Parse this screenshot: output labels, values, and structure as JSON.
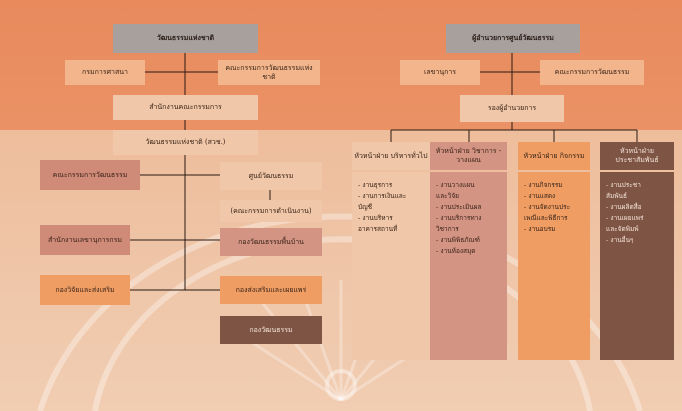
{
  "colors": {
    "top_band": "#e88a5c",
    "bottom_band": "#efc7aa",
    "header_box": "#a8a09d",
    "peach": "#f3b68c",
    "pale": "#f0c7a8",
    "rose": "#cf8a78",
    "orange": "#ef9d63",
    "mauve": "#d49484",
    "brown": "#7e5444"
  },
  "left_chart": {
    "top": "วัฒนธรรมแห่งชาติ",
    "side_left": "กรมการศาสนา",
    "side_right": "คณะกรรมการวัฒนธรรมแห่งชาติ",
    "office": "สำนักงานคณะกรรมการ",
    "office_sub": "วัฒนธรรมแห่งชาติ (สวช.)",
    "committee": "คณะกรรมการวัฒนธรรม",
    "center": "ศูนย์วัฒนธรรม",
    "center_sub": "(คณะกรรมการดำเนินงาน)",
    "left_mid": "สำนักงานเลขานุการกรม",
    "center_box2": "กองวัฒนธรรมพื้นบ้าน",
    "left_low": "กองวิจัยและส่งเสริม",
    "center_box3": "กองส่งเสริมและเผยแพร่",
    "center_box4": "กองวัฒนธรรม"
  },
  "right_chart": {
    "top": "ผู้อำนวยการศูนย์วัฒนธรรม",
    "side_left": "เลขานุการ",
    "side_right": "คณะกรรมการวัฒนธรรม",
    "deputy": "รองผู้อำนวยการ",
    "columns": [
      {
        "header": "หัวหน้าฝ่าย บริหารทั่วไป",
        "items": [
          "- งานธุรการ",
          "- งานการเงินและ",
          "  บัญชี",
          "- งานบริหาร",
          "  อาคารสถานที่"
        ]
      },
      {
        "header": "หัวหน้าฝ่าย วิชาการ - วางแผน",
        "items": [
          "- งานวางแผน",
          "  และวิจัย",
          "- งานประเมินผล",
          "- งานบริการทาง",
          "  วิชาการ",
          "- งานพิพิธภัณฑ์",
          "- งานห้องสมุด"
        ]
      },
      {
        "header": "หัวหน้าฝ่าย กิจกรรม",
        "items": [
          "- งานกิจกรรม",
          "- งานแสดง",
          "- งานจัดงานประ",
          "  เพณีและพิธีการ",
          "- งานอบรม"
        ]
      },
      {
        "header": "หัวหน้าฝ่าย ประชาสัมพันธ์",
        "items": [
          "- งานประชา",
          "  สัมพันธ์",
          "- งานผลิตสื่อ",
          "- งานเผยแพร่",
          "  และจัดพิมพ์",
          "- งานอื่นๆ"
        ]
      }
    ]
  }
}
